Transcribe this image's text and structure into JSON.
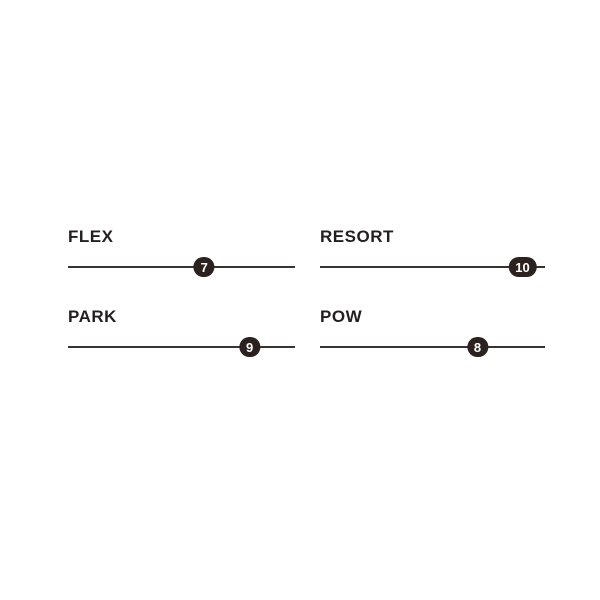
{
  "colors": {
    "background": "#ffffff",
    "label_text": "#231f20",
    "track_line": "#383230",
    "pill_background": "#2b2220",
    "pill_text": "#ffffff"
  },
  "specs": {
    "scale_min": 1,
    "scale_max": 10,
    "items": [
      {
        "label": "FLEX",
        "value": 7
      },
      {
        "label": "RESORT",
        "value": 10
      },
      {
        "label": "PARK",
        "value": 9
      },
      {
        "label": "POW",
        "value": 8
      }
    ]
  },
  "chart_data": {
    "type": "scatter",
    "title": "",
    "categories": [
      "FLEX",
      "RESORT",
      "PARK",
      "POW"
    ],
    "values": [
      7,
      10,
      9,
      8
    ],
    "xlim": [
      1,
      10
    ],
    "legend": "none",
    "notes": "Four horizontal rating scales in a 2x2 grid; each value shown as a dark pill marker positioned along a thin line, scale 1-10"
  }
}
